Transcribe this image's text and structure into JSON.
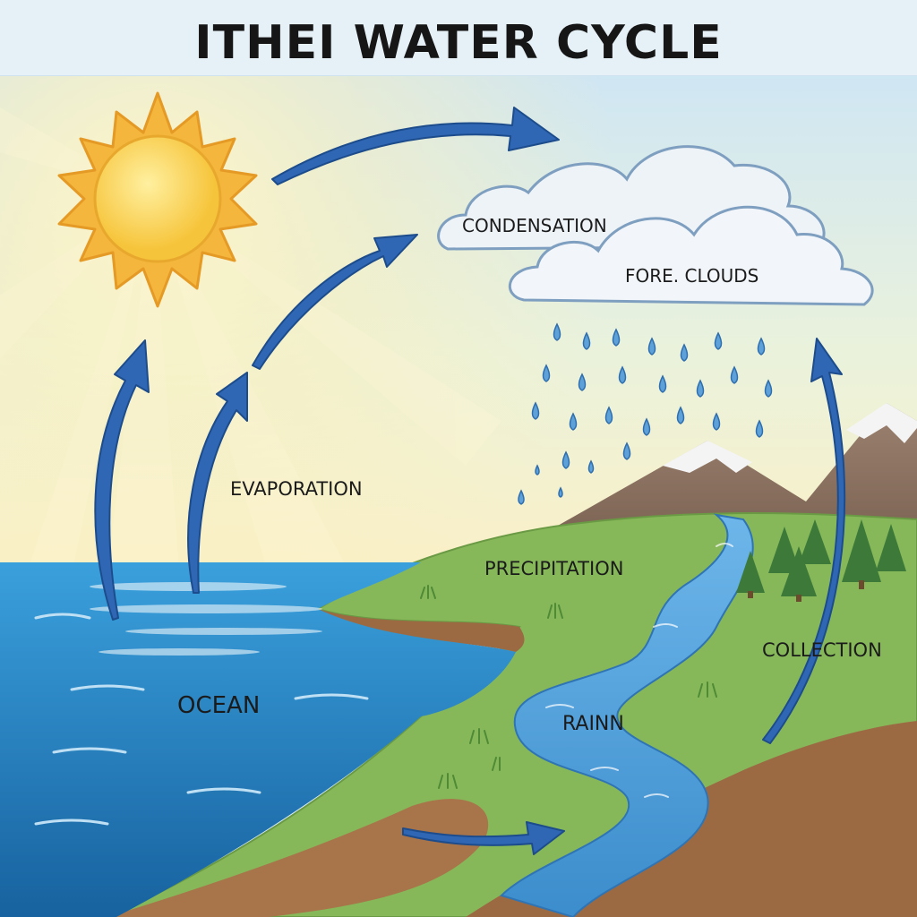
{
  "title": "ITHEI WATER CYCLE",
  "labels": {
    "condensation": "CONDENSATION",
    "clouds": "FORE. CLOUDS",
    "evaporation": "EVAPORATION",
    "precipitation": "PRECIPITATION",
    "collection": "COLLECTION",
    "ocean": "OCEAN",
    "rain": "RAINN"
  },
  "icons": [
    "sun-icon",
    "cloud-icon",
    "raindrop-icon",
    "mountain-icon",
    "tree-icon",
    "arrow-icon"
  ],
  "colors": {
    "sky": "#cfe6f3",
    "sun": "#f7c948",
    "ocean": "#1f7fc4",
    "land": "#86b85a",
    "soil": "#9b6a43",
    "river": "#4f9fdc",
    "arrow": "#2f67b5",
    "cloud": "#eef3f8"
  }
}
